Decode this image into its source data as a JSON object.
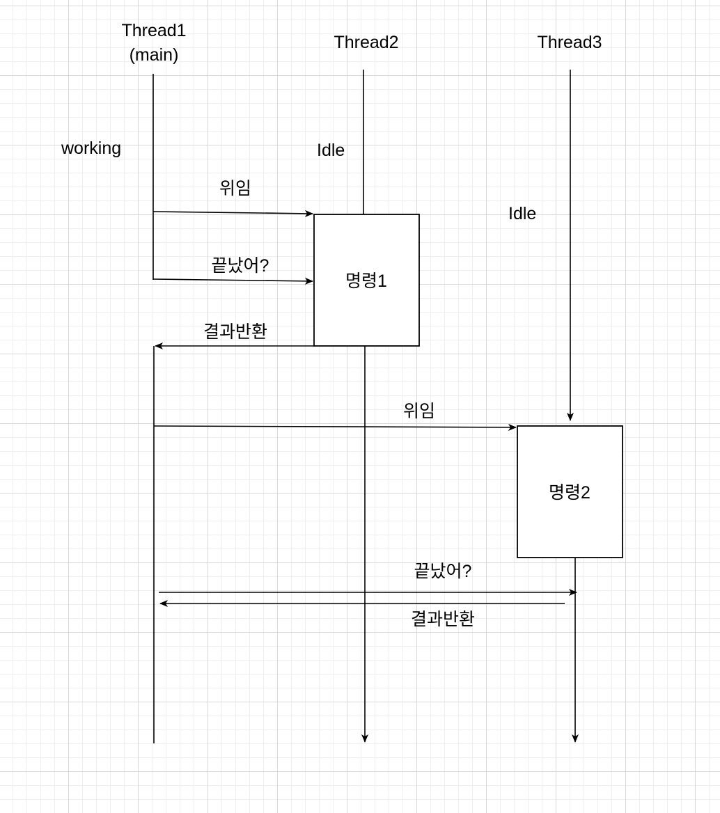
{
  "threads": [
    {
      "name_line1": "Thread1",
      "name_line2": "(main)"
    },
    {
      "name_line1": "Thread2"
    },
    {
      "name_line1": "Thread3"
    }
  ],
  "states": {
    "thread1": "working",
    "thread2": "Idle",
    "thread3": "Idle"
  },
  "tasks": {
    "task1": "명령1",
    "task2": "명령2"
  },
  "messages": {
    "delegate1": "위임",
    "check1": "끝났어?",
    "return1": "결과반환",
    "delegate2": "위임",
    "check2": "끝났어?",
    "return2": "결과반환"
  }
}
